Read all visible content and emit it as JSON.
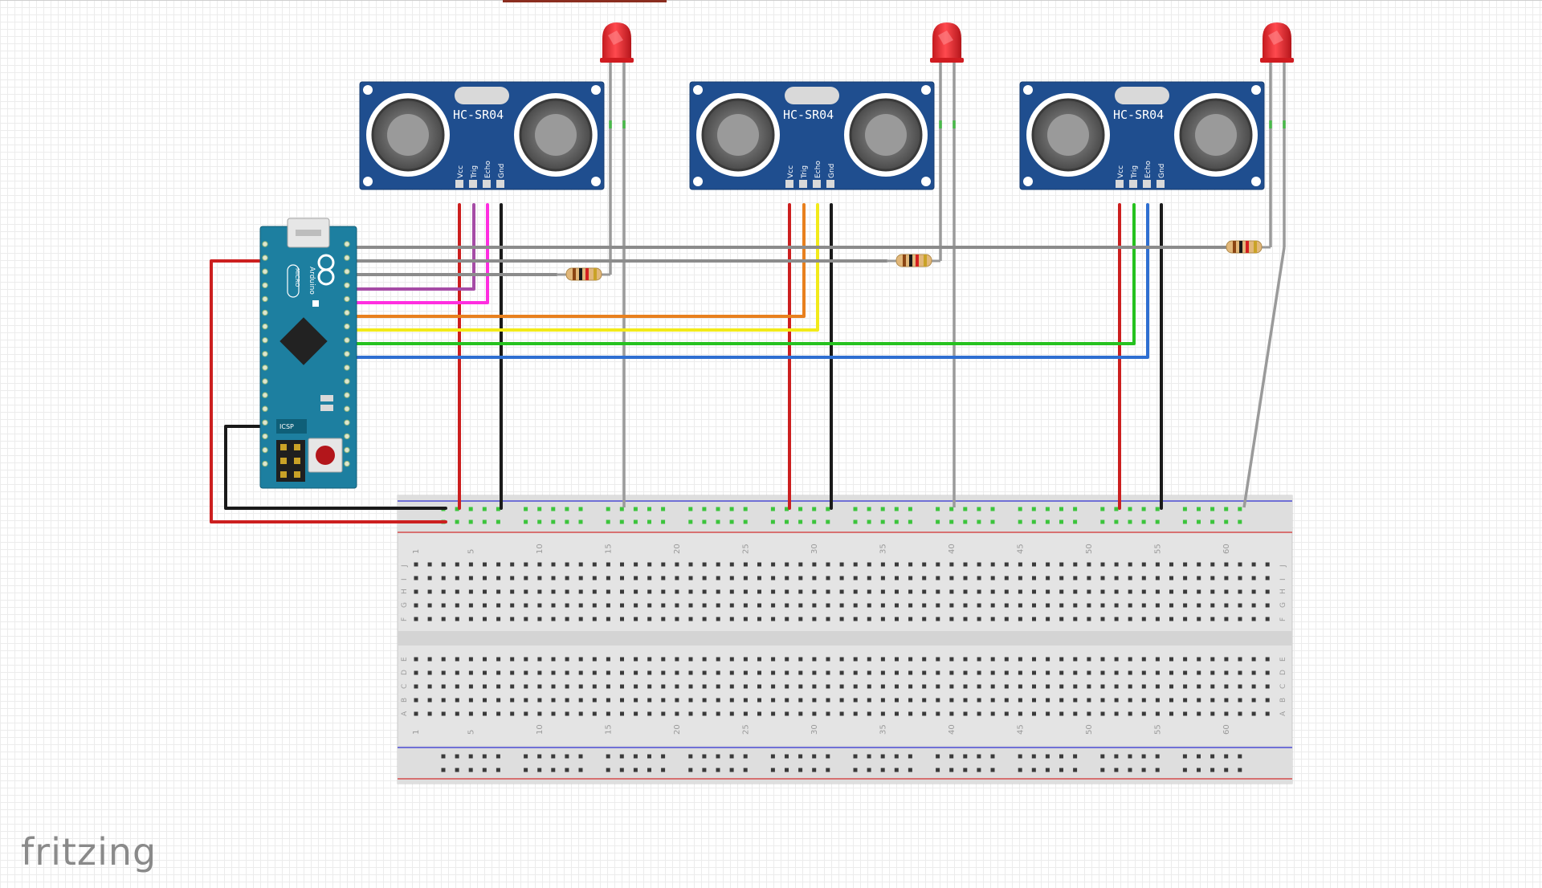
{
  "watermark": "fritzing",
  "sensors": [
    {
      "label": "HC-SR04",
      "pins": [
        "Vcc",
        "Trig",
        "Echo",
        "Gnd"
      ]
    },
    {
      "label": "HC-SR04",
      "pins": [
        "Vcc",
        "Trig",
        "Echo",
        "Gnd"
      ]
    },
    {
      "label": "HC-SR04",
      "pins": [
        "Vcc",
        "Trig",
        "Echo",
        "Gnd"
      ]
    }
  ],
  "arduino": {
    "brand": "Arduino",
    "model": "MICRO",
    "icsp": "ICSP"
  },
  "breadboard": {
    "column_numbers": [
      "1",
      "5",
      "10",
      "15",
      "20",
      "25",
      "30",
      "35",
      "40",
      "45",
      "50",
      "55",
      "60"
    ],
    "row_letters_top": [
      "J",
      "I",
      "H",
      "G",
      "F"
    ],
    "row_letters_bottom": [
      "E",
      "D",
      "C",
      "B",
      "A"
    ]
  },
  "wire_colors": {
    "power": "#cc1f1f",
    "ground": "#1a1a1a",
    "led": "#8c8c8c",
    "trig1": "#a64ca6",
    "echo1": "#ff2ee0",
    "trig2": "#e8801e",
    "echo2": "#f2ea1a",
    "trig3": "#26c21f",
    "echo3": "#2f6fd1"
  },
  "colors": {
    "sensor_board": "#1f4e8f",
    "arduino_board": "#1d7fa0",
    "breadboard": "#e3e3e3",
    "led": "#e8262b"
  }
}
